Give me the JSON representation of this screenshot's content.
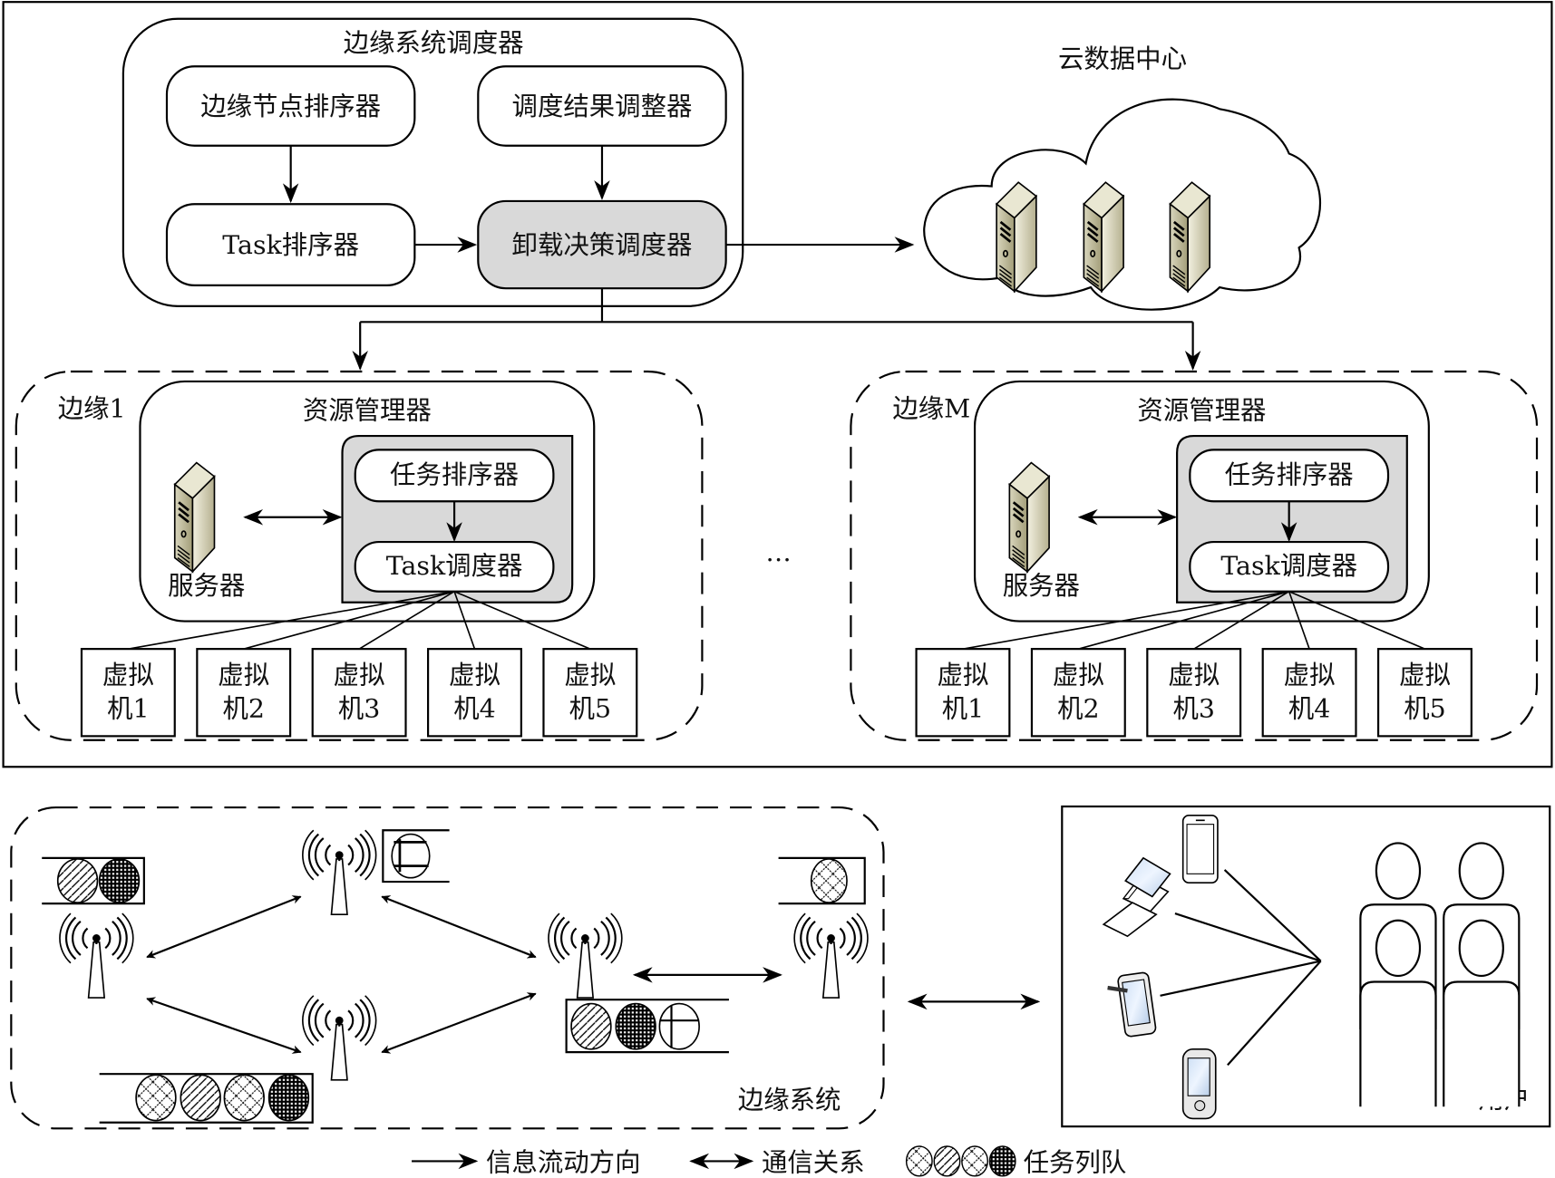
{
  "scheduler": {
    "title": "边缘系统调度器",
    "node_sorter": "边缘节点排序器",
    "result_adjuster": "调度结果调整器",
    "task_sorter": "Task排序器",
    "offload_scheduler": "卸载决策调度器"
  },
  "cloud": {
    "title": "云数据中心",
    "server_count": 3
  },
  "edges": [
    {
      "label": "边缘1",
      "resource_manager": "资源管理器",
      "task_sorter": "任务排序器",
      "task_scheduler": "Task调度器",
      "server_label": "服务器",
      "vms": [
        [
          "虚拟",
          "机1"
        ],
        [
          "虚拟",
          "机2"
        ],
        [
          "虚拟",
          "机3"
        ],
        [
          "虚拟",
          "机4"
        ],
        [
          "虚拟",
          "机5"
        ]
      ]
    },
    {
      "label": "边缘M",
      "resource_manager": "资源管理器",
      "task_sorter": "任务排序器",
      "task_scheduler": "Task调度器",
      "server_label": "服务器",
      "vms": [
        [
          "虚拟",
          "机1"
        ],
        [
          "虚拟",
          "机2"
        ],
        [
          "虚拟",
          "机3"
        ],
        [
          "虚拟",
          "机4"
        ],
        [
          "虚拟",
          "机5"
        ]
      ]
    }
  ],
  "ellipsis": "…",
  "edge_system": {
    "label": "边缘系统"
  },
  "users": {
    "label": "用户",
    "devices": [
      "smartphone",
      "laptop",
      "tablet",
      "pda"
    ],
    "people_count": 4
  },
  "legend": {
    "info_flow": "信息流动方向",
    "communication": "通信关系",
    "task_queue": "任务列队"
  }
}
